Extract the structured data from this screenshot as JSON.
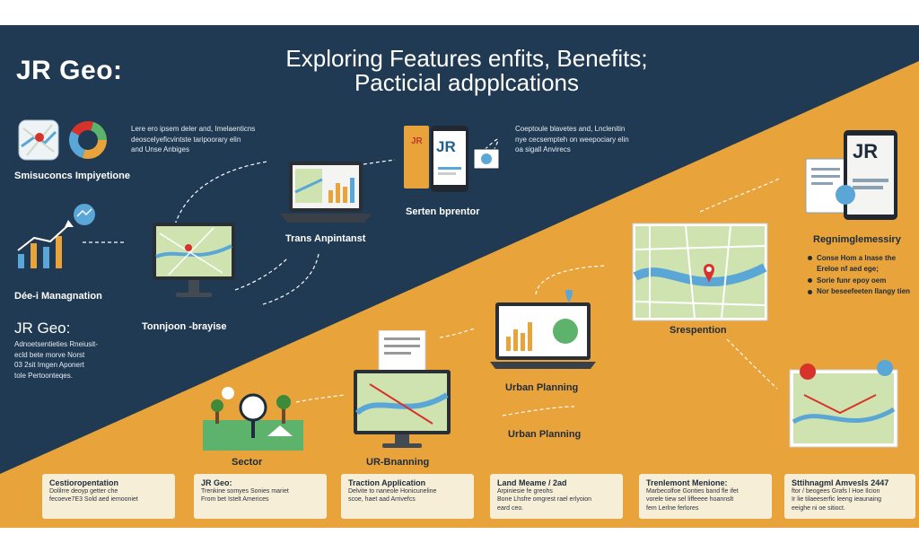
{
  "header": {
    "brand": "JR Geo:",
    "title_line1": "Exploring Features enfits, Benefits;",
    "title_line2": "Pacticial adpplcations"
  },
  "left_panel": {
    "icon_block_label": "Smisuconcs Impiyetione",
    "icon_block_text": [
      "Lere ero ipsem deler and, Imelaenticns",
      "deoscelyeficvintste taripoorary elin",
      "and Unse Anbiges"
    ],
    "chart_label": "Dée-i Managnation",
    "section_title": "JR Geo:",
    "section_text": [
      "Adnoetsentieties Rneiusit-",
      "ecld bete morve Norst",
      "03 2sit Imgen Aponert",
      "tole Pertoonteqes."
    ]
  },
  "center_top": {
    "monitor_label": "Tonnjoon -brayise",
    "laptop_label": "Trans Anpintanst",
    "phone_label": "Serten bprentor",
    "phone_brand": "JR",
    "phone_text": [
      "Coeptoule blavetes and, Lnclenitin",
      "nye cecsempteh on weepociary elin",
      "oa sigall Anvirecs"
    ]
  },
  "right_top": {
    "tablet_brand": "JR",
    "tablet_label": "Regnimglemessiry",
    "bullets": [
      "Conse Hom a lnase the",
      "Ereloe nf aed ege;",
      "Sorie funr epoy oem",
      "Nor beseefeeten llangy tien"
    ]
  },
  "center_bottom": {
    "map_label": "Srespention",
    "laptop2_label": "Urban Planning",
    "label_mid": "Urban Planning",
    "village_label": "Sector",
    "map2_label": "UR-Bnanning"
  },
  "cards": [
    {
      "title": "Cestioropentation",
      "lines": [
        "Dolilrre deoyp getter che",
        "fecoeve7E3 Sold aed iemooniet"
      ]
    },
    {
      "title": "JR Geo:",
      "lines": [
        "Trenkine somyes Sonies mariet",
        "From bet Istelt Americes"
      ]
    },
    {
      "title": "Traction Application",
      "lines": [
        "Delvite to naneole Honicuneline",
        "scoe, haet aad Arrivefcs"
      ]
    },
    {
      "title": "Land Meame / 2ad",
      "lines": [
        "Arpiniesie fe greohs",
        "Bone Lhsfre omgrest rael erlyoion",
        "eard ceo."
      ]
    },
    {
      "title": "Trenlemont Menione:",
      "lines": [
        "Marbecolfoe Gonties band fle ifet",
        "vorele tiew sel liffeeee hoannslt",
        "fem Lerlne ferlores"
      ]
    },
    {
      "title": "Sttihnagml Amvesls 2447",
      "lines": [
        "ftor / beogees Grafs l Hoe Ilcion",
        "Ir lie tilaeeserfic leeng ieaunaing",
        "eeighe ni oe sitioct."
      ]
    }
  ],
  "colors": {
    "navy": "#1f3a52",
    "orange": "#e8a33a",
    "cream": "#f7eed8",
    "map_green": "#cfe3b0",
    "map_blue": "#5aa6d6",
    "pin_red": "#d8332b"
  }
}
